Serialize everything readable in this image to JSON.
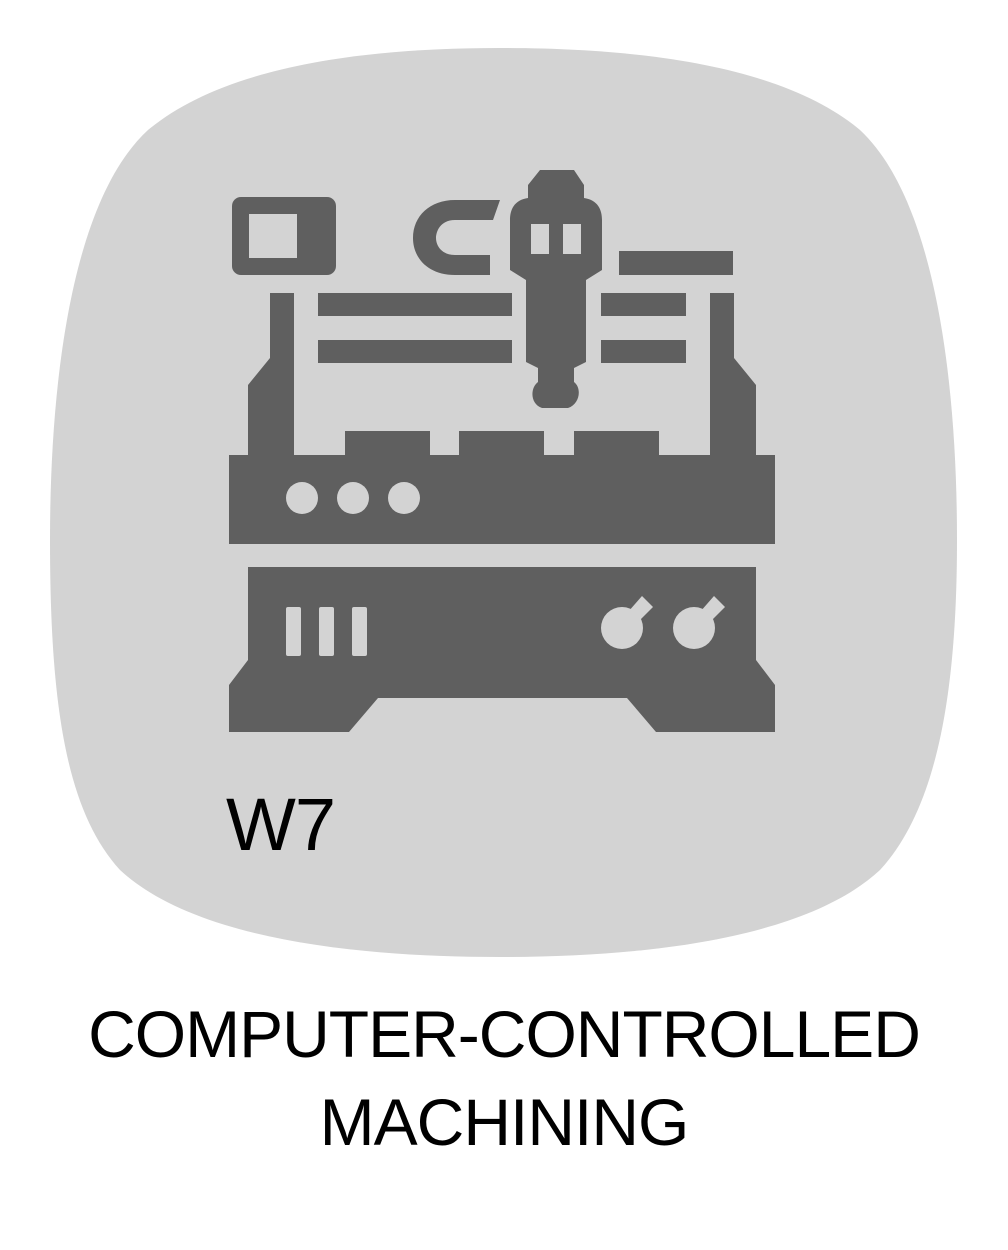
{
  "badge": {
    "code": "W7",
    "icon": "cnc-machine-icon",
    "background_color": "#d3d3d3",
    "icon_color": "#5f5f5f"
  },
  "caption": {
    "line1": "COMPUTER-CONTROLLED",
    "line2": "MACHINING"
  }
}
